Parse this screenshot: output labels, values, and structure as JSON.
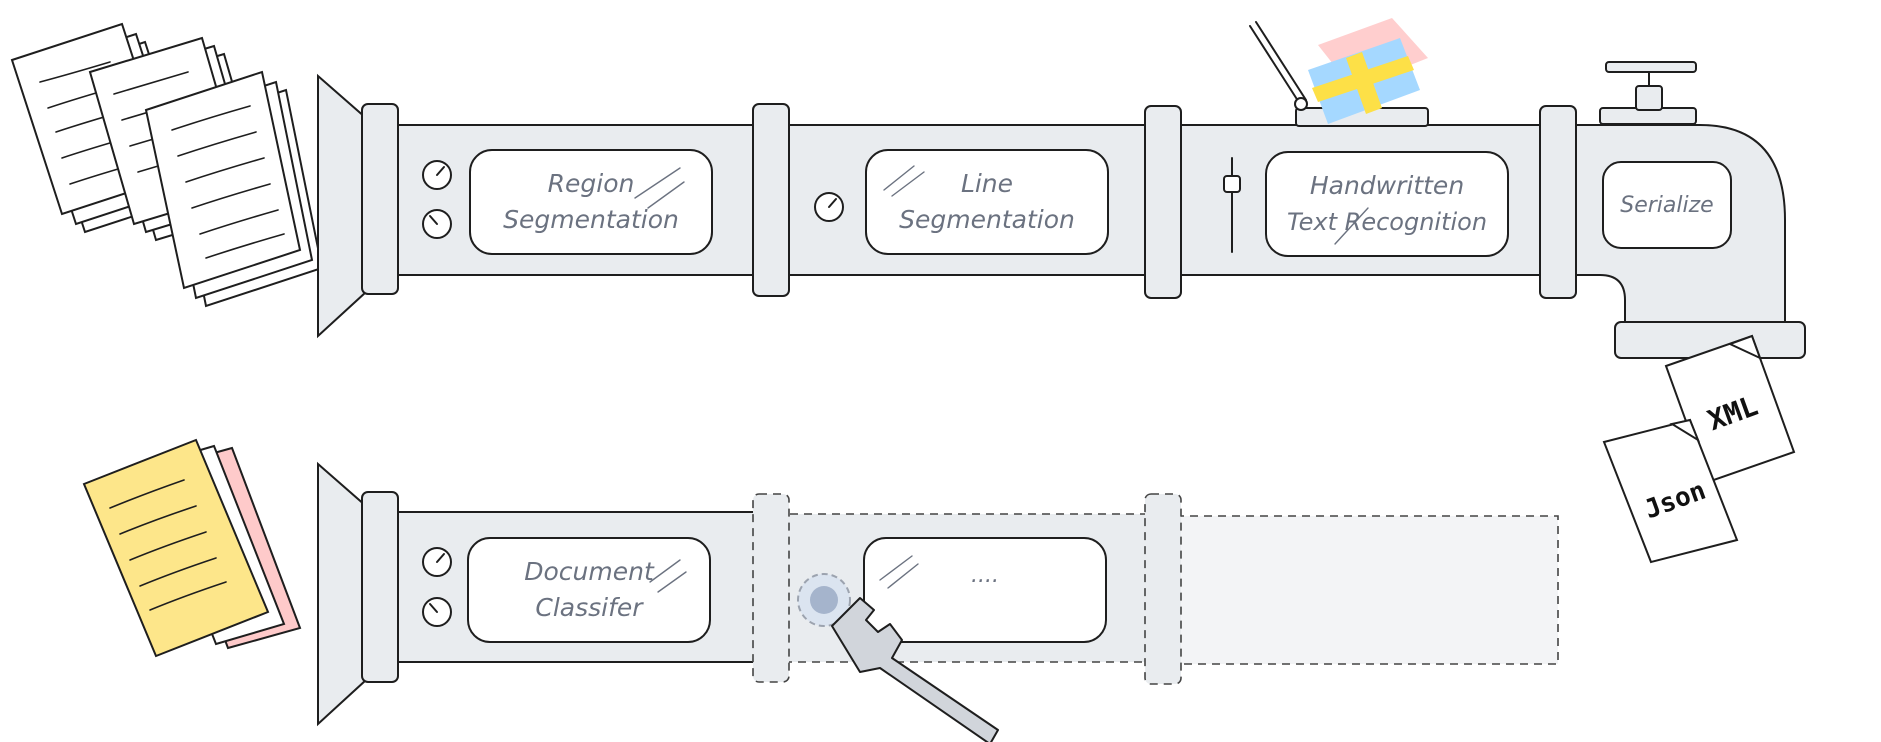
{
  "top_pipeline": {
    "stages": [
      {
        "label_line1": "Region",
        "label_line2": "Segmentation"
      },
      {
        "label_line1": "Line",
        "label_line2": "Segmentation"
      },
      {
        "label_line1": "Handwritten",
        "label_line2": "Text Recognition"
      }
    ],
    "outlet_label": "Serialize",
    "outputs": [
      "XML",
      "Json"
    ]
  },
  "bottom_pipeline": {
    "stages": [
      {
        "label_line1": "Document",
        "label_line2": "Classifer"
      },
      {
        "label_line1": "...."
      }
    ]
  },
  "colors": {
    "pipe_fill": "#e9ecef",
    "outline": "#1e1e1e",
    "label_text": "#6b7280",
    "note_yellow": "#fde68a",
    "note_pink": "#fecaca",
    "flag_blue": "#a5d8ff",
    "flag_yellow": "#fde047",
    "flag_red": "#ffc9c9",
    "gear": "#c7d2e3",
    "wrench": "#d1d5db"
  },
  "icons": [
    "document-stack-icon",
    "sticky-notes-icon",
    "knob-icon",
    "slider-icon",
    "swedish-flag-icon",
    "valve-icon",
    "gear-icon",
    "wrench-icon"
  ]
}
